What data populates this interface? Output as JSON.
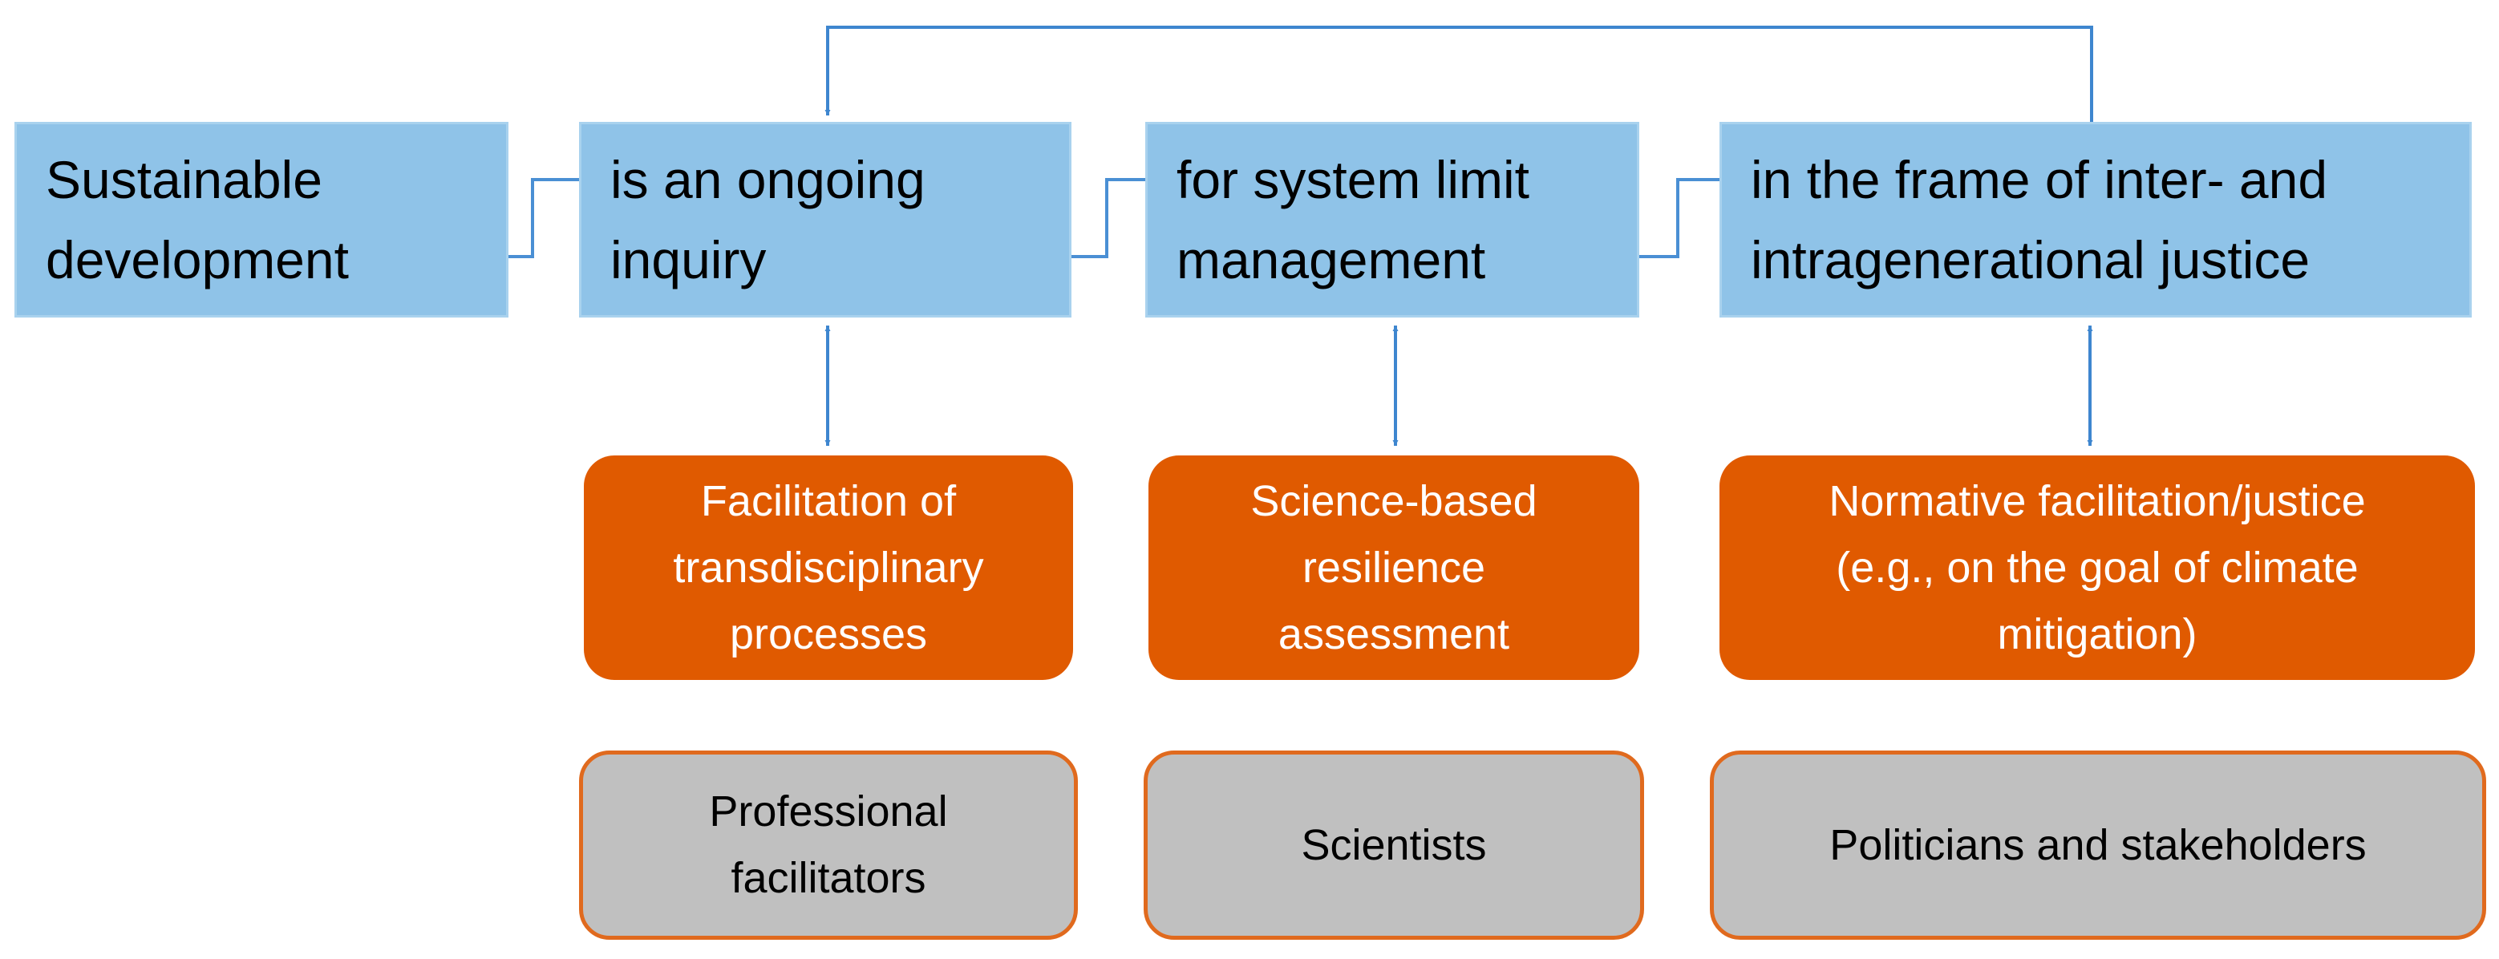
{
  "statement_boxes": [
    {
      "text": "Sustainable\ndevelopment"
    },
    {
      "text": "is an ongoing\ninquiry"
    },
    {
      "text": "for system limit\nmanagement"
    },
    {
      "text": "in the frame of inter- and\nintragenerational  justice"
    }
  ],
  "activity_boxes": [
    {
      "text": "Facilitation of\ntransdisciplinary\nprocesses"
    },
    {
      "text": "Science-based\nresilience\nassessment"
    },
    {
      "text": "Normative facilitation/justice\n(e.g., on the goal of climate\nmitigation)"
    }
  ],
  "actor_boxes": [
    {
      "text": "Professional\nfacilitators"
    },
    {
      "text": "Scientists"
    },
    {
      "text": "Politicians and stakeholders"
    }
  ],
  "colors": {
    "statement_fill": "#8FC3E8",
    "activity_fill": "#E05A00",
    "actor_fill": "#C0C0C0",
    "actor_border": "#E06A1E",
    "connector": "#4A8FD4"
  }
}
